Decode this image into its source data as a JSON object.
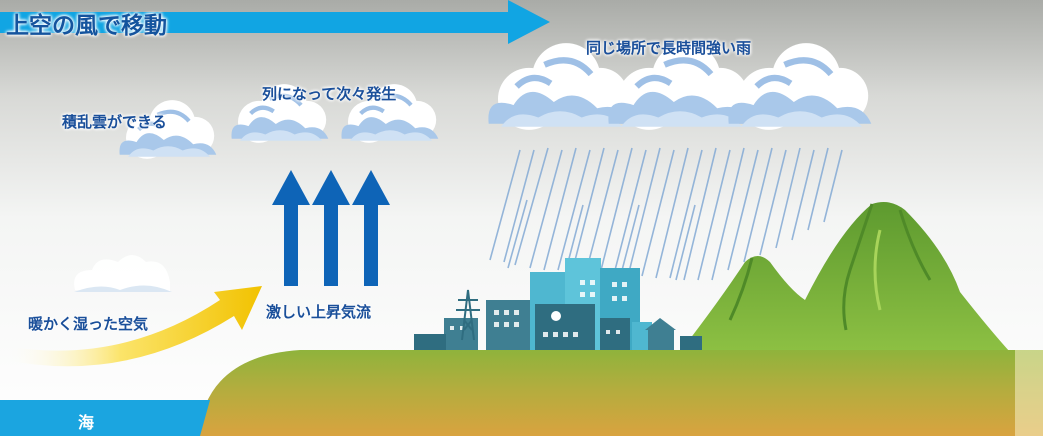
{
  "labels": {
    "top_wind": "上空の風で移動",
    "cumulonimbus": "積乱雲ができる",
    "row": "列になって次々発生",
    "heavy_rain": "同じ場所で長時間強い雨",
    "warm_air": "暖かく湿った空気",
    "updraft": "激しい上昇気流",
    "sea": "海"
  },
  "colors": {
    "arrow_blue": "#11a5e3",
    "updraft_blue": "#0e64b7",
    "warm_yellow": "#f4c400",
    "land_green": "#8fb33c",
    "land_orange": "#d9a33f",
    "mountain_green": "#7bb23a",
    "sea_blue": "#1ba5e0",
    "building_teal": "#3f7f92",
    "building_cyan": "#4fb7d0",
    "rain_blue": "#8aaed6"
  }
}
